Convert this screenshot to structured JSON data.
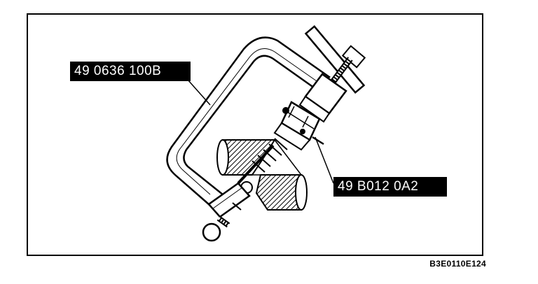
{
  "callouts": {
    "tool_body": "49 0636 100B",
    "attachment": "49 B012 0A2"
  },
  "figure_code": "B3E0110E124",
  "colors": {
    "ink": "#000000",
    "paper": "#ffffff"
  }
}
